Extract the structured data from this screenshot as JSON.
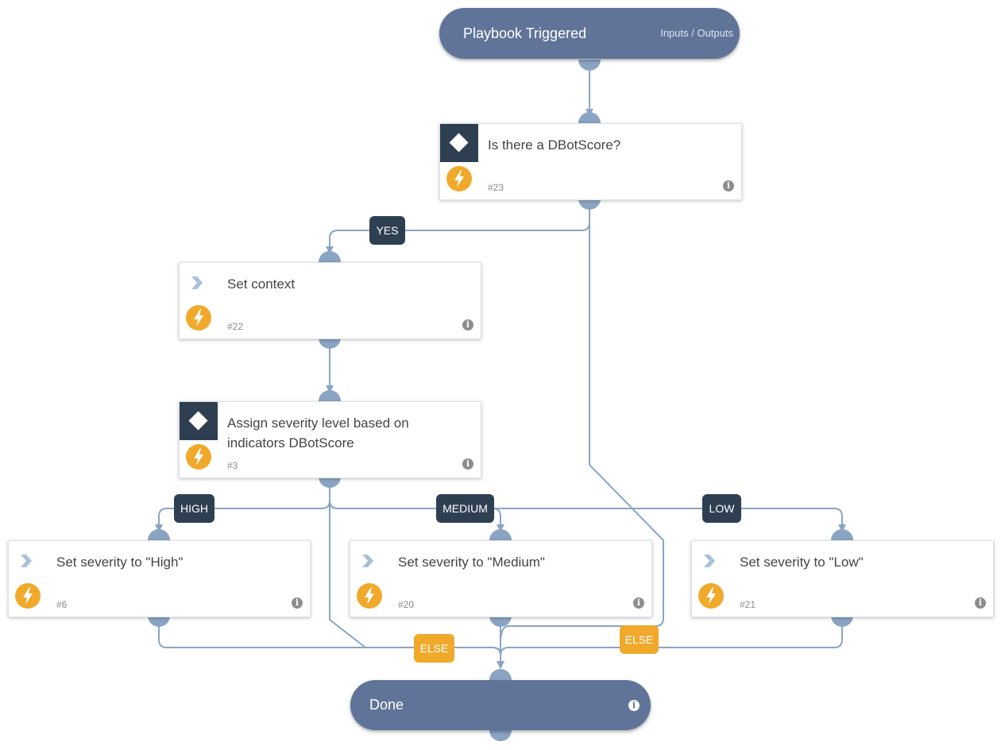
{
  "start": {
    "title": "Playbook Triggered",
    "io_label": "Inputs / Outputs"
  },
  "tasks": [
    {
      "id": "cond-dbotscore",
      "kind": "condition",
      "label": "Is there a DBotScore?",
      "number": "#23"
    },
    {
      "id": "set-context",
      "kind": "regular",
      "label": "Set context",
      "number": "#22"
    },
    {
      "id": "assign-severity",
      "kind": "condition",
      "label": "Assign severity level based on indicators DBotScore",
      "number": "#3"
    },
    {
      "id": "set-high",
      "kind": "regular",
      "label": "Set severity to \"High\"",
      "number": "#6"
    },
    {
      "id": "set-medium",
      "kind": "regular",
      "label": "Set severity to \"Medium\"",
      "number": "#20"
    },
    {
      "id": "set-low",
      "kind": "regular",
      "label": "Set severity to \"Low\"",
      "number": "#21"
    }
  ],
  "branch_labels": {
    "yes": "YES",
    "high": "HIGH",
    "medium": "MEDIUM",
    "low": "LOW",
    "else_severity": "ELSE",
    "else_dbotscore": "ELSE"
  },
  "end": {
    "title": "Done"
  },
  "icons": {
    "condition": "diamond-icon",
    "regular": "chevron-icon",
    "automation": "lightning-bolt-icon",
    "info": "info-icon"
  },
  "colors": {
    "terminal": "#5f7498",
    "condition": "#2f3f52",
    "automation": "#f0a92b",
    "wire": "#8aa4c3",
    "else_tag": "#f0a92b",
    "branch_tag": "#2f3f52"
  }
}
